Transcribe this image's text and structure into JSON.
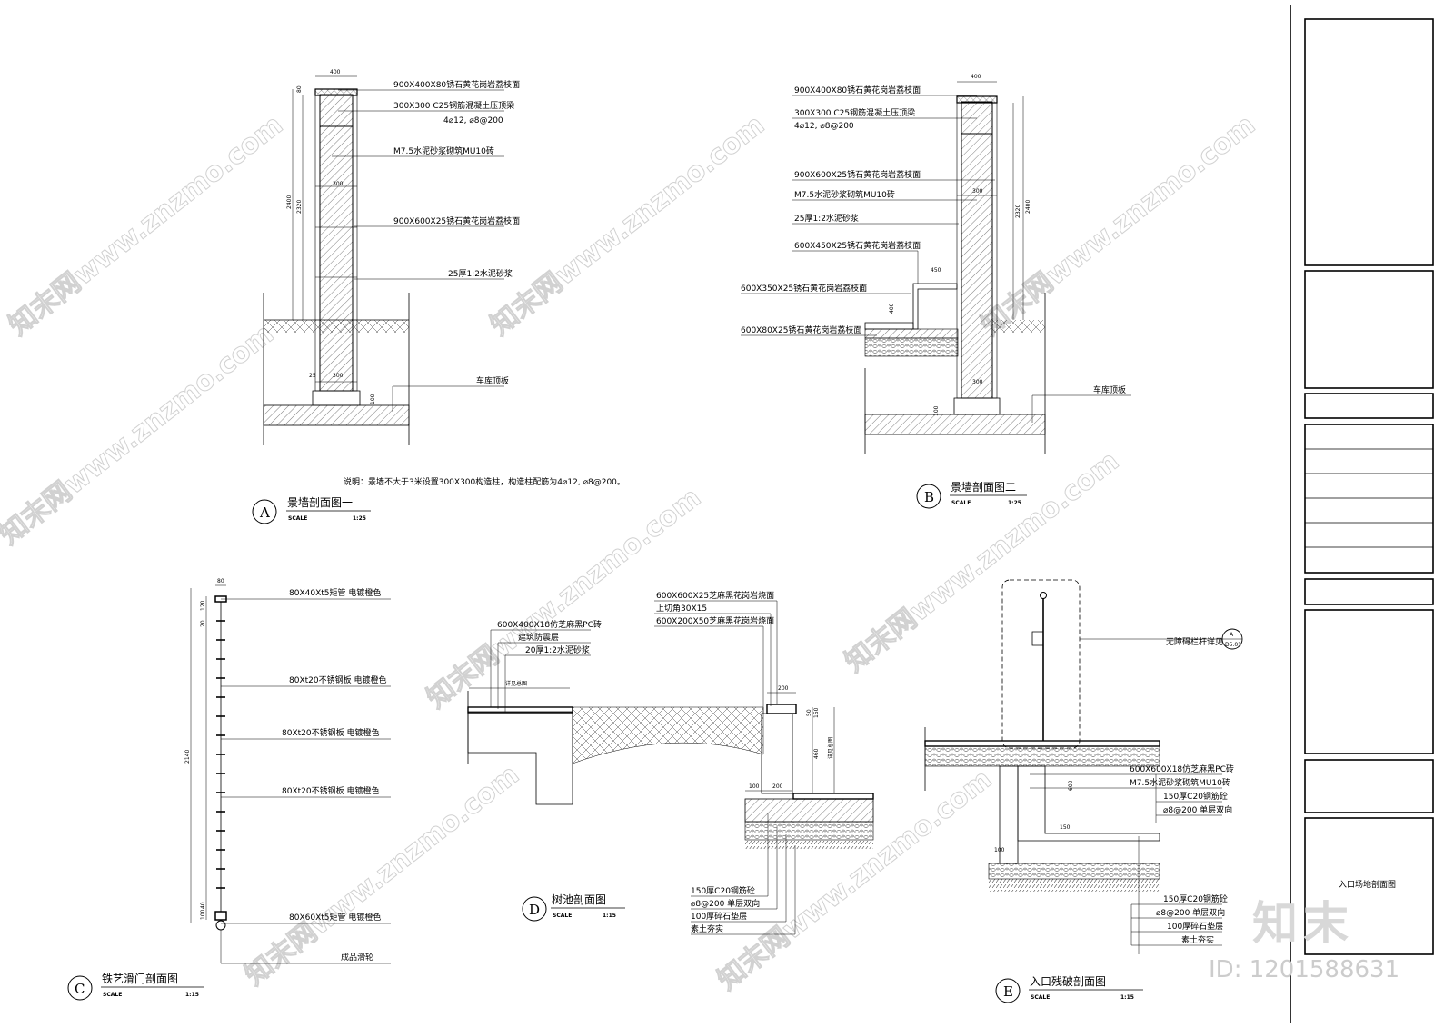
{
  "sections": {
    "A": {
      "letter": "A",
      "title": "景墙剖面图一",
      "scale_label": "SCALE",
      "scale": "1:25",
      "labels": [
        "900X400X80锈石黄花岗岩荔枝面",
        "300X300 C25钢筋混凝土压顶梁",
        "4⌀12, ⌀8@200",
        "M7.5水泥砂浆砌筑MU10砖",
        "900X600X25锈石黄花岗岩荔枝面",
        "25厚1:2水泥砂浆",
        "车库顶板"
      ],
      "dims": [
        "400",
        "2400",
        "2320",
        "300",
        "300",
        "80",
        "100",
        "25"
      ]
    },
    "B": {
      "letter": "B",
      "title": "景墙剖面图二",
      "scale_label": "SCALE",
      "scale": "1:25",
      "labels": [
        "900X400X80锈石黄花岗岩荔枝面",
        "300X300 C25钢筋混凝土压顶梁",
        "4⌀12, ⌀8@200",
        "900X600X25锈石黄花岗岩荔枝面",
        "M7.5水泥砂浆砌筑MU10砖",
        "25厚1:2水泥砂浆",
        "600X450X25锈石黄花岗岩荔枝面",
        "600X350X25锈石黄花岗岩荔枝面",
        "600X80X25锈石黄花岗岩荔枝面",
        "车库顶板"
      ],
      "dims": [
        "400",
        "2400",
        "2320",
        "450",
        "400",
        "300",
        "300",
        "100"
      ]
    },
    "note": "说明：景墙不大于3米设置300X300构造柱，构造柱配筋为4⌀12, ⌀8@200。",
    "C": {
      "letter": "C",
      "title": "铁艺滑门剖面图",
      "scale_label": "SCALE",
      "scale": "1:15",
      "labels": [
        "80X40Xt5矩管 电镀橙色",
        "80Xt20不锈钢板 电镀橙色",
        "80Xt20不锈钢板 电镀橙色",
        "80Xt20不锈钢板 电镀橙色",
        "80X60Xt5矩管 电镀橙色",
        "成品滑轮"
      ],
      "dims": [
        "80",
        "2140",
        "120",
        "20",
        "100",
        "40"
      ]
    },
    "D": {
      "letter": "D",
      "title": "树池剖面图",
      "scale_label": "SCALE",
      "scale": "1:15",
      "labels_top": [
        "600X400X18仿芝麻黑PC砖",
        "建筑防震层",
        "20厚1:2水泥砂浆"
      ],
      "labels_right": [
        "600X600X25芝麻黑花岗岩烧面",
        "上切角30X15",
        "600X200X50芝麻黑花岗岩烧面"
      ],
      "labels_bottom": [
        "150厚C20钢筋砼",
        "⌀8@200 单层双向",
        "100厚碎石垫层",
        "素土夯实"
      ],
      "dims": [
        "200",
        "100",
        "200",
        "50",
        "150",
        "460"
      ],
      "vertical_note": "详见总图",
      "top_note": "详见总图"
    },
    "E": {
      "letter": "E",
      "title": "入口残破剖面图",
      "scale_label": "SCALE",
      "scale": "1:15",
      "detail_label": "无障碍栏杆详见",
      "detail_ref_top": "A",
      "detail_ref_bottom": "D5.01",
      "labels_upper": [
        "600X600X18仿芝麻黑PC砖",
        "M7.5水泥砂浆砌筑MU10砖",
        "150厚C20钢筋砼",
        "⌀8@200 单层双向"
      ],
      "labels_lower": [
        "150厚C20钢筋砼",
        "⌀8@200 单层双向",
        "100厚碎石垫层",
        "素土夯实"
      ],
      "dims": [
        "600",
        "150",
        "100"
      ]
    }
  },
  "title_block": {
    "drawing_name": "入口场地剖面图"
  },
  "watermark": {
    "text": "知末网www.znzmo.com",
    "brand": "知末",
    "id": "ID: 1201588631"
  }
}
